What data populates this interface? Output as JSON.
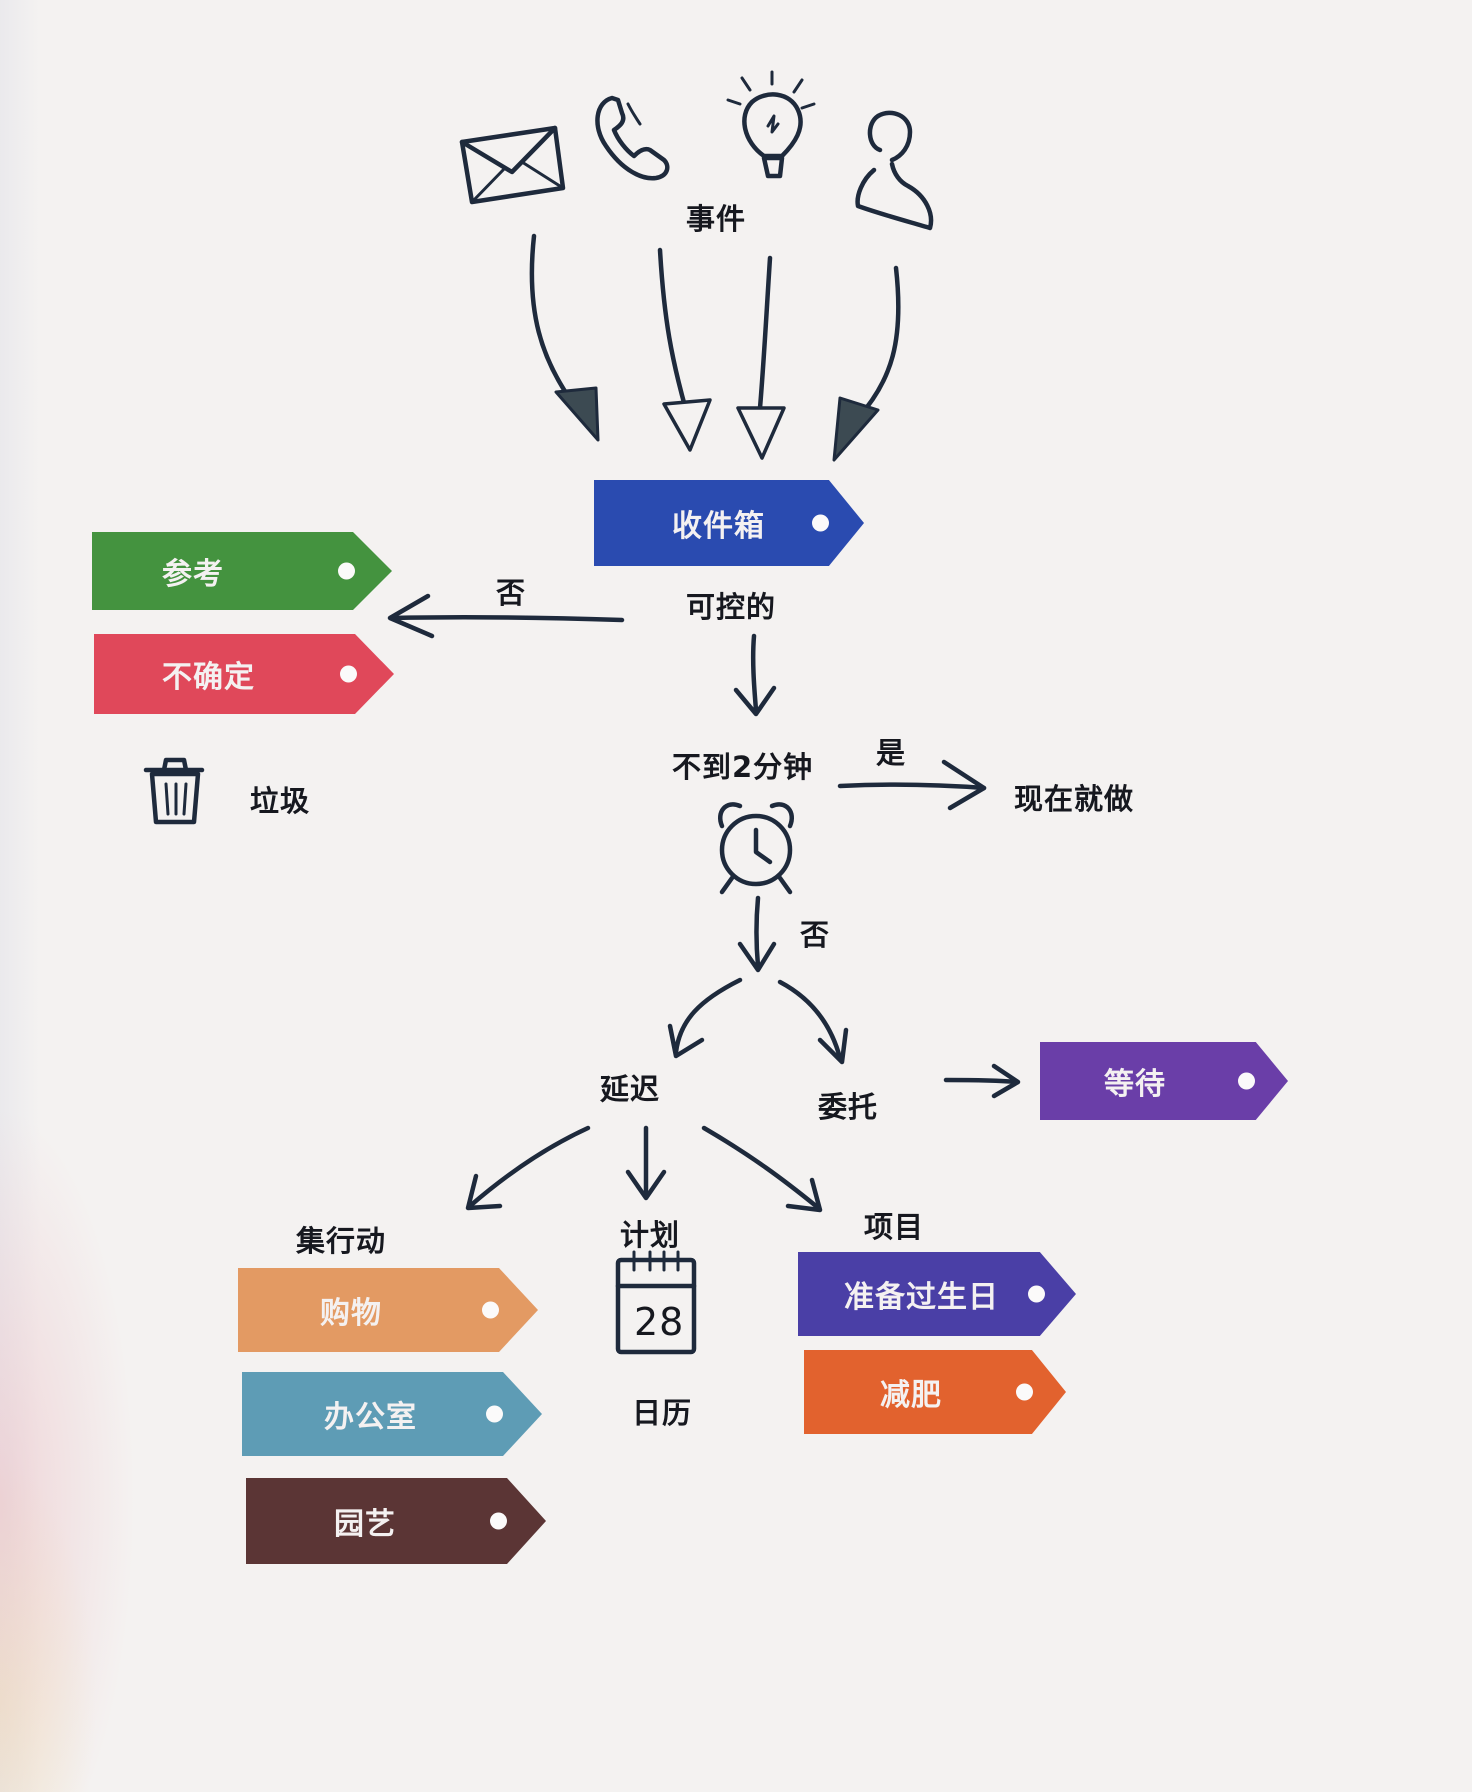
{
  "labels": {
    "events": "事件",
    "controllable": "可控的",
    "no_left": "否",
    "under_two_minutes": "不到2分钟",
    "yes": "是",
    "do_now": "现在就做",
    "trash": "垃圾",
    "no_down": "否",
    "defer": "延迟",
    "delegate": "委托",
    "next_actions": "集行动",
    "schedule": "计划",
    "projects": "项目",
    "calendar": "日历",
    "calendar_day": "28"
  },
  "tags": {
    "inbox": {
      "text": "收件箱",
      "color": "#2a4bb0"
    },
    "reference": {
      "text": "参考",
      "color": "#44933f"
    },
    "uncertain": {
      "text": "不确定",
      "color": "#e0485a"
    },
    "waiting": {
      "text": "等待",
      "color": "#6a3ea8"
    },
    "shopping": {
      "text": "购物",
      "color": "#e39a63"
    },
    "office": {
      "text": "办公室",
      "color": "#5e9cb5"
    },
    "gardening": {
      "text": "园艺",
      "color": "#5b3535"
    },
    "birthday": {
      "text": "准备过生日",
      "color": "#4a3fa6"
    },
    "diet": {
      "text": "减肥",
      "color": "#e2622e"
    }
  },
  "icons": [
    "envelope-icon",
    "phone-icon",
    "lightbulb-icon",
    "person-icon",
    "trash-icon",
    "alarm-clock-icon",
    "calendar-icon"
  ]
}
